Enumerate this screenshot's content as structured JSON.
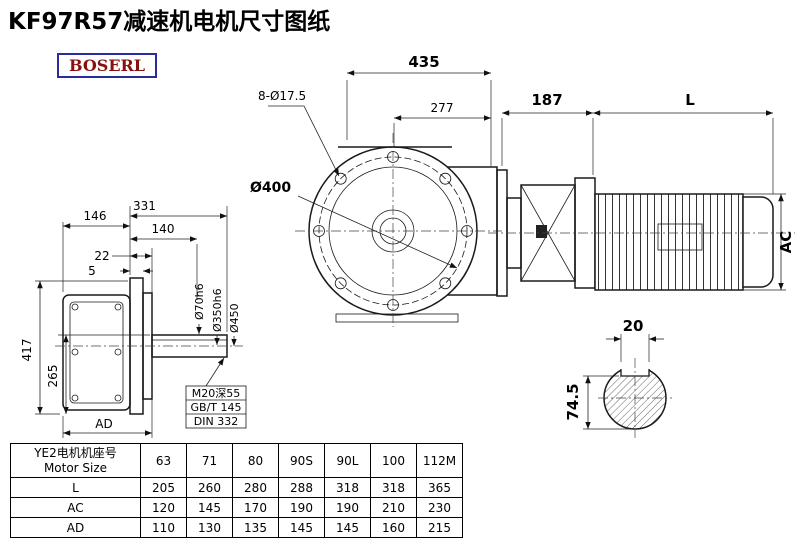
{
  "page": {
    "title": "KF97R57减速机电机尺寸图纸",
    "logo": "BOSERL"
  },
  "dims": {
    "front": {
      "overall_width": "435",
      "bolt_note": "8-Ø17.5",
      "flange_offset": "277",
      "bolt_circle": "Ø400"
    },
    "side": {
      "adapter_length": "187",
      "motor_length": "L",
      "motor_width": "AC"
    },
    "left": {
      "w146": "146",
      "w331": "331",
      "w140": "140",
      "t22": "22",
      "t5": "5",
      "h417": "417",
      "h265": "265",
      "ad": "AD",
      "shaft_dia": "Ø70h6",
      "spigot_dia": "Ø350h6",
      "flange_dia": "Ø450",
      "tap_note": "M20深55",
      "std_gb": "GB/T 145",
      "std_din": "DIN 332"
    },
    "section": {
      "key_width": "20",
      "key_height": "74.5"
    }
  },
  "table": {
    "header_cn": "YE2电机机座号",
    "header_en": "Motor Size",
    "sizes": [
      "63",
      "71",
      "80",
      "90S",
      "90L",
      "100",
      "112M"
    ],
    "rows": [
      {
        "label": "L",
        "values": [
          "205",
          "260",
          "280",
          "288",
          "318",
          "318",
          "365"
        ]
      },
      {
        "label": "AC",
        "values": [
          "120",
          "145",
          "170",
          "190",
          "190",
          "210",
          "230"
        ]
      },
      {
        "label": "AD",
        "values": [
          "110",
          "130",
          "135",
          "145",
          "145",
          "160",
          "215"
        ]
      }
    ]
  }
}
